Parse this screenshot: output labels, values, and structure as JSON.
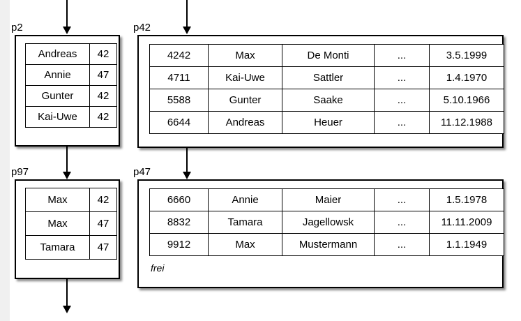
{
  "diagram": {
    "title": "Hash index page structure with overflow pages",
    "background_color": "#ffffff",
    "line_color": "#000000",
    "gutter_color": "#f0f0f0"
  },
  "pages": {
    "p2": {
      "label": "p2",
      "columns": 2,
      "rows": [
        [
          "Andreas",
          "42"
        ],
        [
          "Annie",
          "47"
        ],
        [
          "Gunter",
          "42"
        ],
        [
          "Kai-Uwe",
          "42"
        ]
      ]
    },
    "p97": {
      "label": "p97",
      "columns": 2,
      "rows": [
        [
          "Max",
          "42"
        ],
        [
          "Max",
          "47"
        ],
        [
          "Tamara",
          "47"
        ]
      ]
    },
    "p42": {
      "label": "p42",
      "columns": 5,
      "rows": [
        [
          "4242",
          "Max",
          "De Monti",
          "...",
          "3.5.1999"
        ],
        [
          "4711",
          "Kai-Uwe",
          "Sattler",
          "...",
          "1.4.1970"
        ],
        [
          "5588",
          "Gunter",
          "Saake",
          "...",
          "5.10.1966"
        ],
        [
          "6644",
          "Andreas",
          "Heuer",
          "...",
          "11.12.1988"
        ]
      ]
    },
    "p47": {
      "label": "p47",
      "columns": 5,
      "rows": [
        [
          "6660",
          "Annie",
          "Maier",
          "...",
          "1.5.1978"
        ],
        [
          "8832",
          "Tamara",
          "Jagellowsk",
          "...",
          "11.11.2009"
        ],
        [
          "9912",
          "Max",
          "Mustermann",
          "...",
          "1.1.1949"
        ]
      ],
      "free_space_label": "frei"
    }
  },
  "arrows": [
    {
      "name": "arrow-into-p2",
      "from": "top-edge",
      "to": "p2"
    },
    {
      "name": "arrow-p2-to-p97",
      "from": "p2",
      "to": "p97"
    },
    {
      "name": "arrow-out-p97",
      "from": "p97",
      "to": "bottom-edge"
    },
    {
      "name": "arrow-into-p42",
      "from": "top-edge",
      "to": "p42"
    },
    {
      "name": "arrow-p42-to-p47",
      "from": "p42",
      "to": "p47"
    }
  ]
}
